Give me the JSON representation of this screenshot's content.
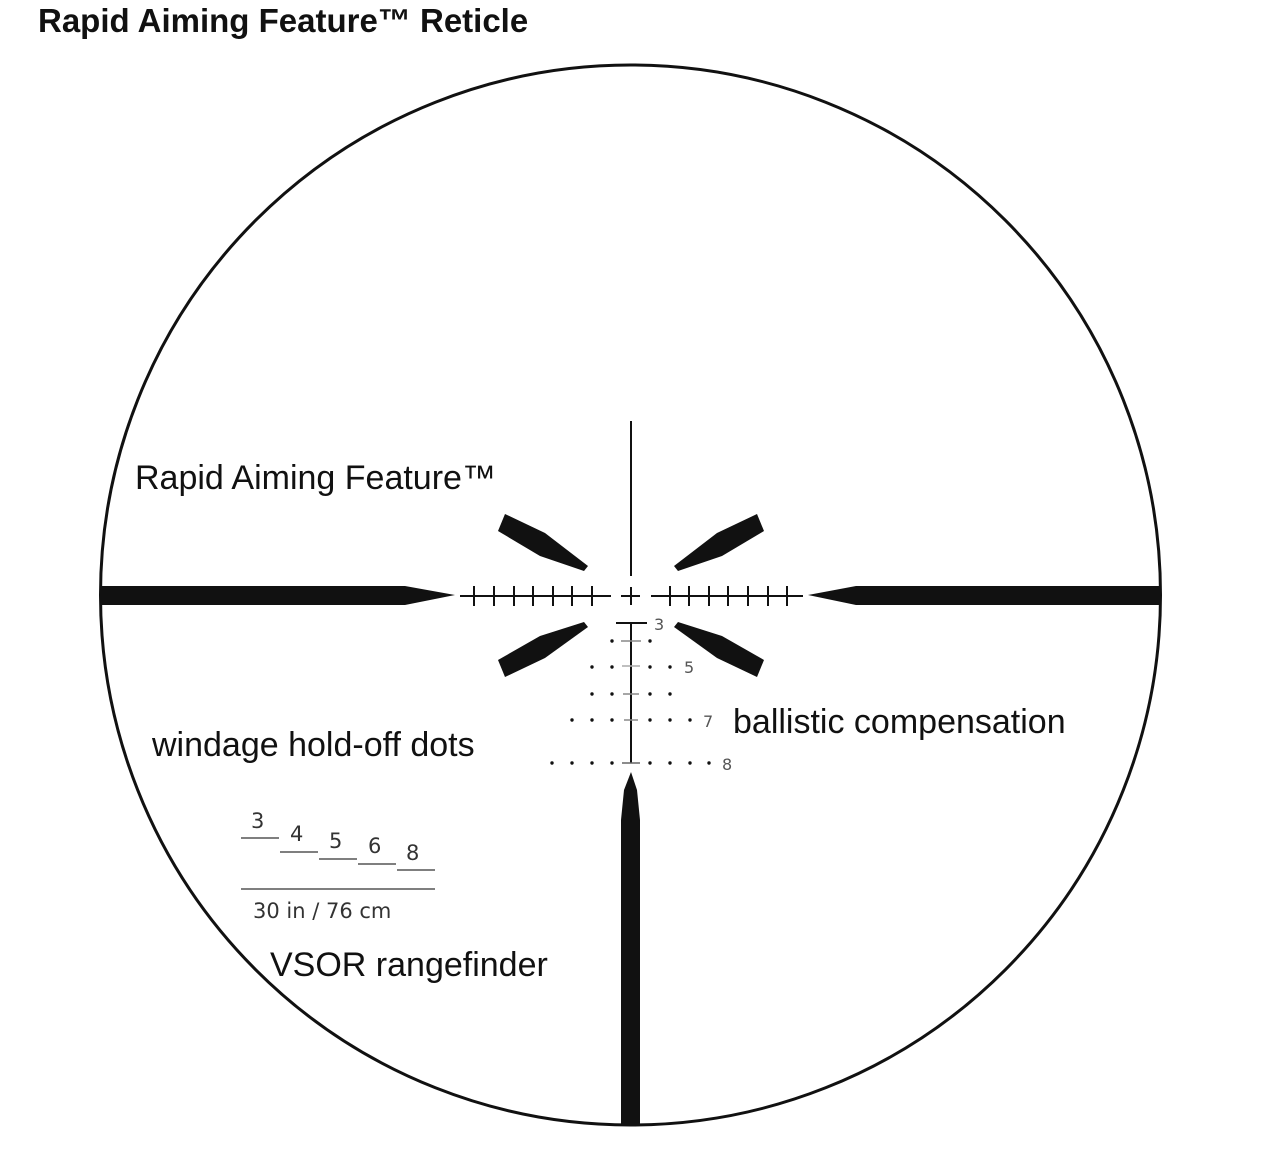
{
  "title": "Rapid Aiming Feature™ Reticle",
  "labels": {
    "rapid_aiming": "Rapid Aiming Feature™",
    "windage": "windage hold-off dots",
    "ballistic": "ballistic compensation",
    "vsor": "VSOR rangefinder"
  },
  "ballistic_marks": {
    "3": "3",
    "5": "5",
    "7": "7",
    "8": "8"
  },
  "rangefinder": {
    "steps": [
      "3",
      "4",
      "5",
      "6",
      "8"
    ],
    "reference": "30 in / 76 cm"
  },
  "colors": {
    "ink": "#111111",
    "numbers": "#555555",
    "background": "#ffffff"
  }
}
